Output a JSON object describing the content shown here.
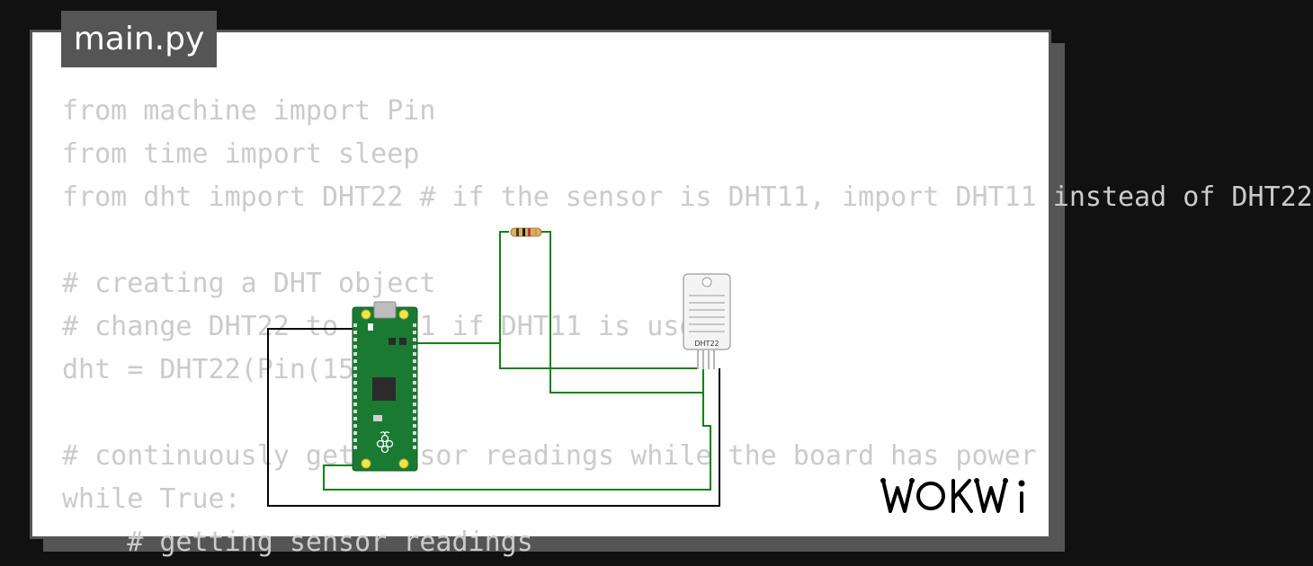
{
  "editor": {
    "file_tab": "main.py",
    "code_lines": [
      "from machine import Pin",
      "from time import sleep",
      "from dht import DHT22 # if the sensor is DHT11, import DHT11 instead of DHT22",
      "",
      "# creating a DHT object",
      "# change DHT22 to DHT11 if DHT11 is used",
      "dht = DHT22(Pin(15))",
      "",
      "# continuously get sensor readings while the board has power",
      "while True:",
      "    # getting sensor readings"
    ]
  },
  "circuit": {
    "board_label": "Raspberry Pi Pico",
    "sensor_label": "DHT22",
    "wire_color": "#128212",
    "ground_wire_color": "#000000",
    "board_color": "#1a7a32"
  },
  "brand": {
    "logo": "WOKWI"
  },
  "colors": {
    "background": "#111111",
    "panel": "#555555",
    "card": "#ffffff",
    "code_text": "#cbcbcb"
  }
}
